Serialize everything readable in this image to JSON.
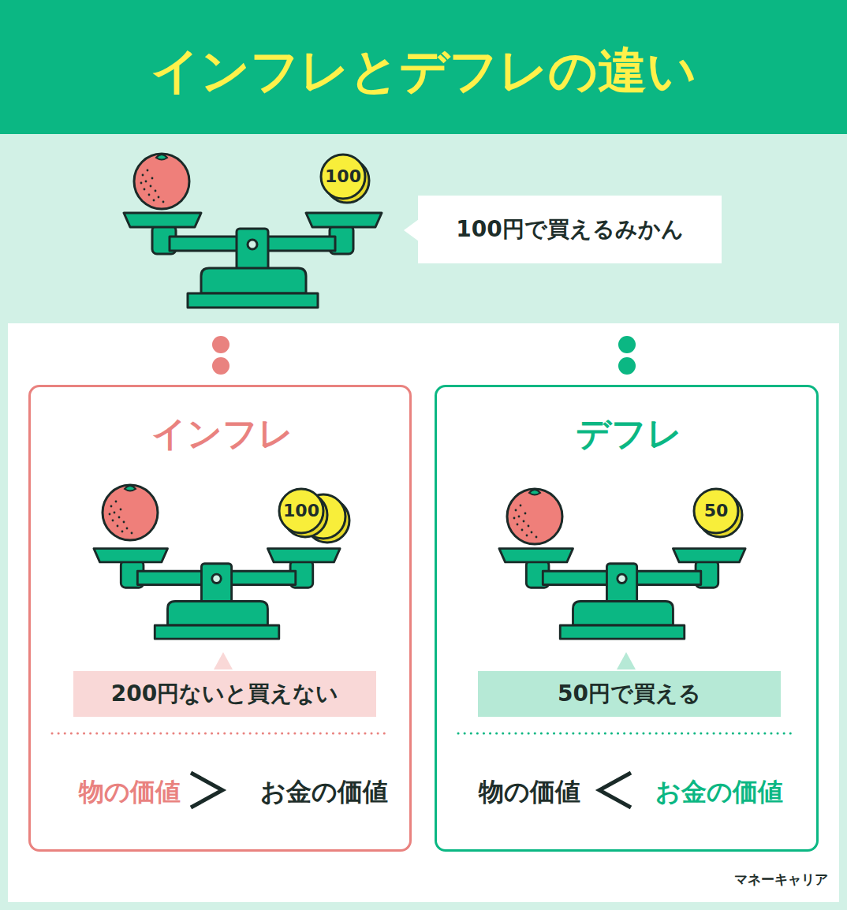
{
  "diagram": {
    "title": "インフレとデフレの違い",
    "nodes": [
      {
        "text": [
          "100円で買えるみかん"
        ]
      },
      {
        "text": [
          "インフレ",
          "物の価値",
          "お金の価値"
        ]
      },
      {
        "text": [
          "200円ないと買えない"
        ],
        "in": 1
      },
      {
        "text": [
          "デフレ",
          "物の価値",
          "お金の価値"
        ]
      },
      {
        "text": [
          "50円で買える"
        ],
        "in": 3
      }
    ],
    "labels": [
      "100",
      "100",
      "50",
      "マネーキャリア"
    ]
  }
}
